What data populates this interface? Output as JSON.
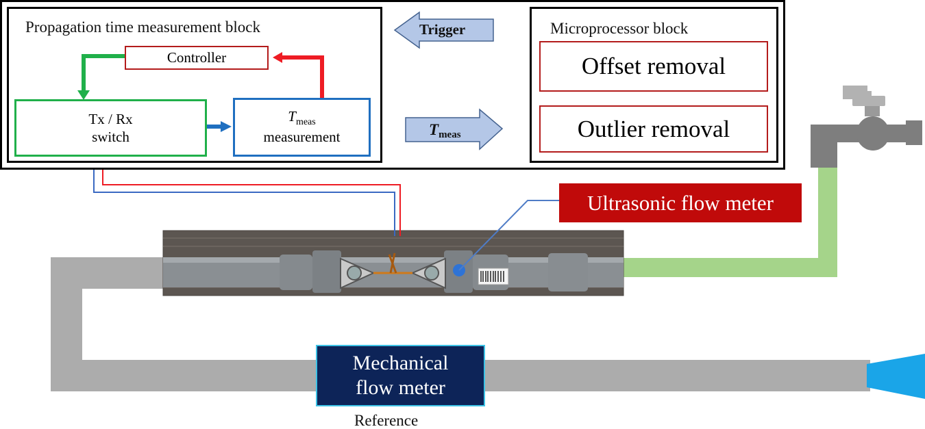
{
  "propagation_block": {
    "title": "Propagation time measurement block",
    "controller_label": "Controller",
    "txrx_line1": "Tx / Rx",
    "txrx_line2": "switch",
    "tmeas_symbol": "T",
    "tmeas_subscript": "meas",
    "tmeas_line2": "measurement"
  },
  "arrows": {
    "trigger_label": "Trigger",
    "tmeas_symbol": "T",
    "tmeas_subscript": "meas"
  },
  "microprocessor_block": {
    "title": "Microprocessor block",
    "offset_removal": "Offset removal",
    "outlier_removal": "Outlier removal"
  },
  "ultrasonic_label": "Ultrasonic flow meter",
  "mechanical": {
    "line1": "Mechanical",
    "line2": "flow meter",
    "reference": "Reference"
  },
  "colors": {
    "green": "#20b04a",
    "red": "#ee1c24",
    "blue": "#1f6fc0",
    "dark_red": "#b31b1b",
    "navy": "#0d2458",
    "pipe_gray": "#acacac",
    "hose_green": "#a5d48a",
    "nozzle_blue": "#1aa5e8",
    "arrow_fill": "#b4c7e7"
  }
}
